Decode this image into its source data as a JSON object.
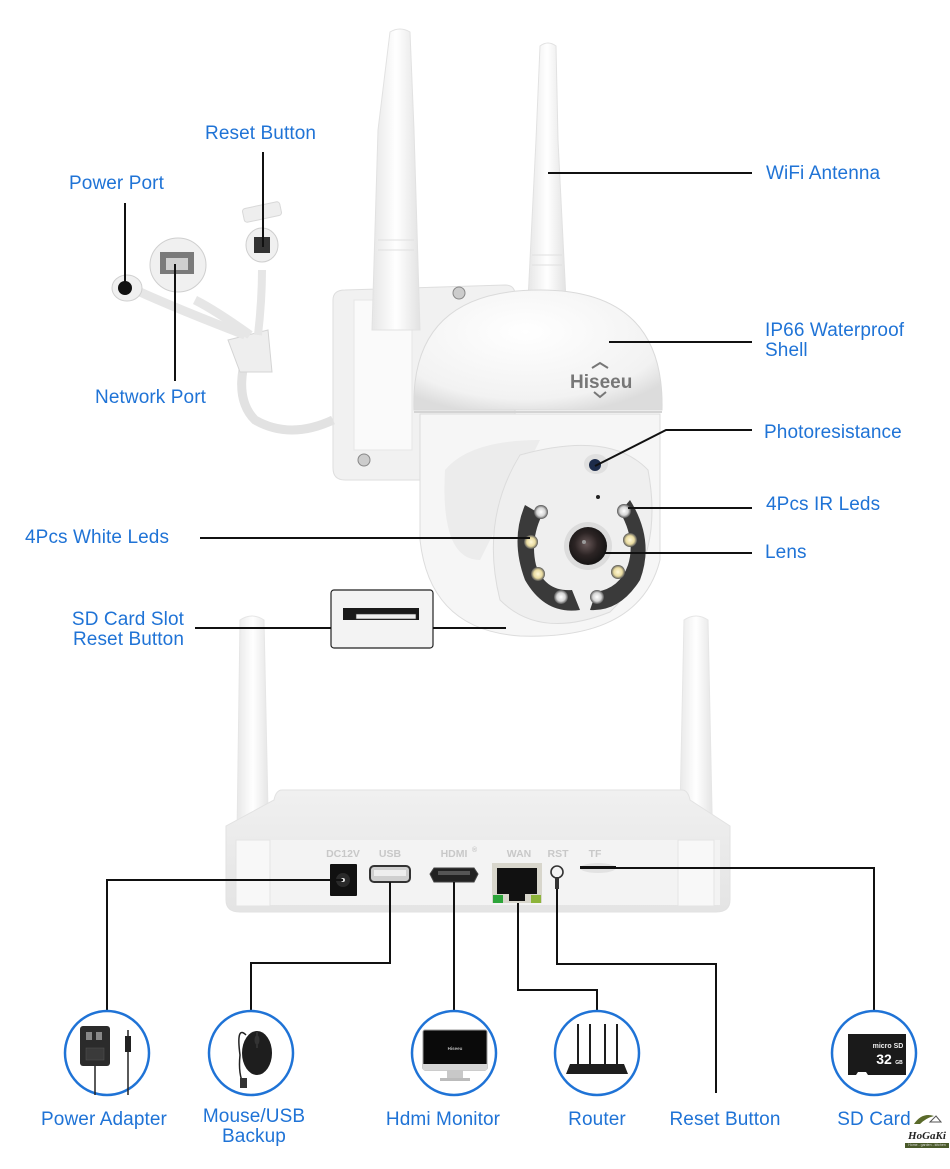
{
  "colors": {
    "label_blue": "#1f73d6",
    "leader_line": "#111111",
    "circle_border": "#1f73d6",
    "device_white": "#f4f4f4"
  },
  "camera": {
    "brand_logo": "Hiseeu",
    "callouts": {
      "reset_button": "Reset Button",
      "power_port": "Power Port",
      "network_port": "Network Port",
      "wifi_antenna": "WiFi Antenna",
      "waterproof_shell_line1": "IP66 Waterproof",
      "waterproof_shell_line2": "Shell",
      "photoresistance": "Photoresistance",
      "ir_leds": "4Pcs IR Leds",
      "lens": "Lens",
      "white_leds": "4Pcs White Leds",
      "sd_slot_line1": "SD Card Slot",
      "sd_slot_line2": "Reset Button"
    }
  },
  "nvr": {
    "ports": {
      "dc": "DC12V",
      "usb": "USB",
      "hdmi": "HDMI",
      "hdmi_mark": "®",
      "wan": "WAN",
      "rst": "RST",
      "tf": "TF"
    }
  },
  "accessories": [
    {
      "id": "power-adapter",
      "label": "Power Adapter",
      "icon": "power-adapter-icon"
    },
    {
      "id": "mouse-usb",
      "label_line1": "Mouse/USB",
      "label_line2": "Backup",
      "icon": "mouse-icon"
    },
    {
      "id": "hdmi-monitor",
      "label": "Hdmi Monitor",
      "icon": "monitor-icon",
      "screen_text": "Hiseeu"
    },
    {
      "id": "router",
      "label": "Router",
      "icon": "router-icon"
    },
    {
      "id": "reset-button",
      "label": "Reset Button"
    },
    {
      "id": "sd-card",
      "label": "SD Card",
      "icon": "sd-card-icon",
      "card_brand": "micro SD",
      "capacity": "32",
      "capacity_unit": "GB"
    }
  ],
  "watermark": {
    "name": "HoGaKi",
    "tagline": "Home - garden - kitchen"
  }
}
